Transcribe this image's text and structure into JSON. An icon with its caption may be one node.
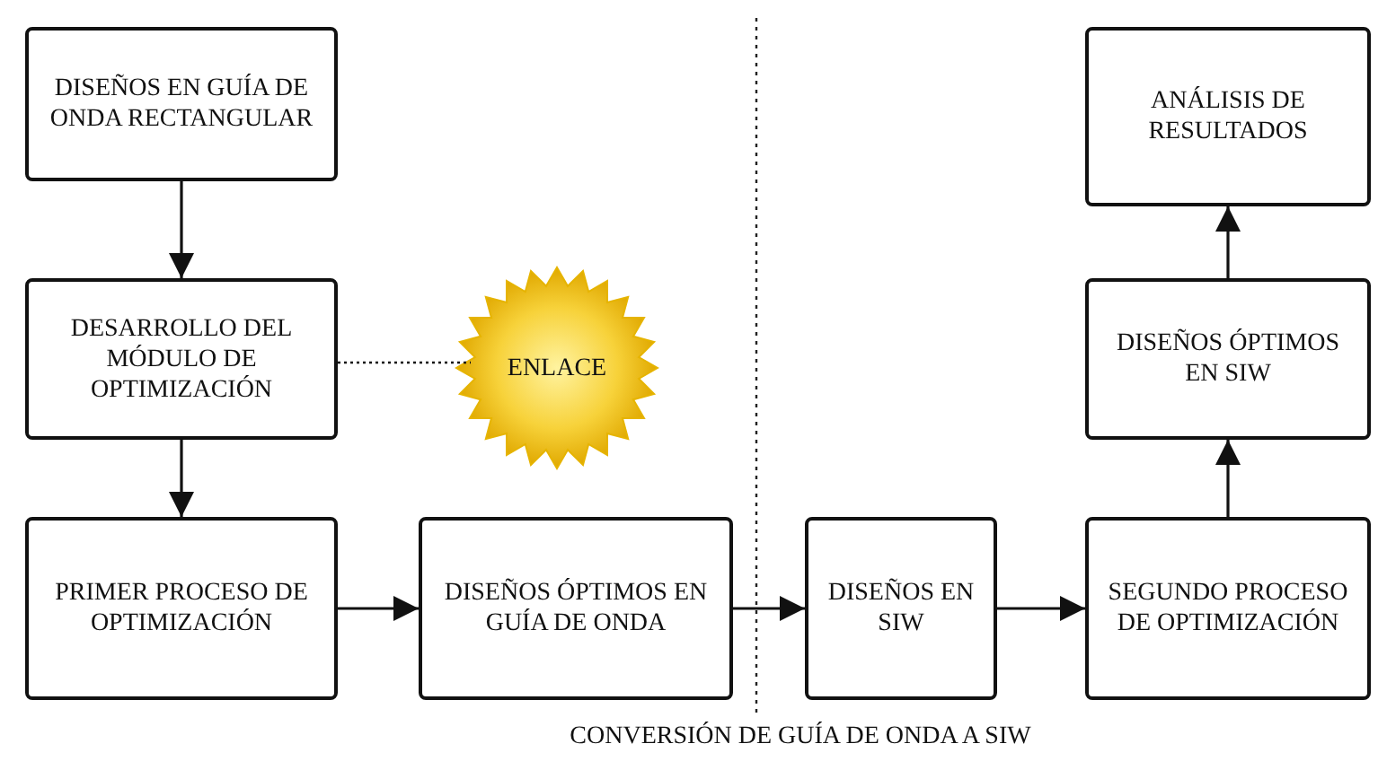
{
  "diagram": {
    "nodes": [
      {
        "text": [
          "DISEÑOS EN GUÍA DE ONDA RECTANGULAR"
        ]
      },
      {
        "text": [
          "DESARROLLO DEL MÓDULO DE OPTIMIZACIÓN"
        ]
      },
      {
        "text": [
          "ENLACE"
        ]
      },
      {
        "text": [
          "PRIMER PROCESO DE OPTIMIZACIÓN"
        ]
      },
      {
        "text": [
          "DISEÑOS ÓPTIMOS EN GUÍA DE ONDA"
        ]
      },
      {
        "text": [
          "DISEÑOS EN SIW"
        ]
      },
      {
        "text": [
          "SEGUNDO PROCESO DE OPTIMIZACIÓN"
        ]
      },
      {
        "text": [
          "DISEÑOS ÓPTIMOS EN SIW"
        ]
      },
      {
        "text": [
          "ANÁLISIS DE RESULTADOS"
        ]
      }
    ],
    "edges": [
      {
        "from": 0,
        "to": 1,
        "arrow": "to"
      },
      {
        "from": 1,
        "to": 2,
        "arrow": "none",
        "style": "dashed"
      },
      {
        "from": 1,
        "to": 3,
        "arrow": "to"
      },
      {
        "from": 3,
        "to": 4,
        "arrow": "to"
      },
      {
        "from": 4,
        "to": 5,
        "arrow": "to"
      },
      {
        "from": 5,
        "to": 6,
        "arrow": "to"
      },
      {
        "from": 6,
        "to": 7,
        "arrow": "to"
      },
      {
        "from": 7,
        "to": 8,
        "arrow": "to"
      }
    ],
    "labels": [
      "CONVERSIÓN DE GUÍA DE ONDA A SIW"
    ]
  }
}
